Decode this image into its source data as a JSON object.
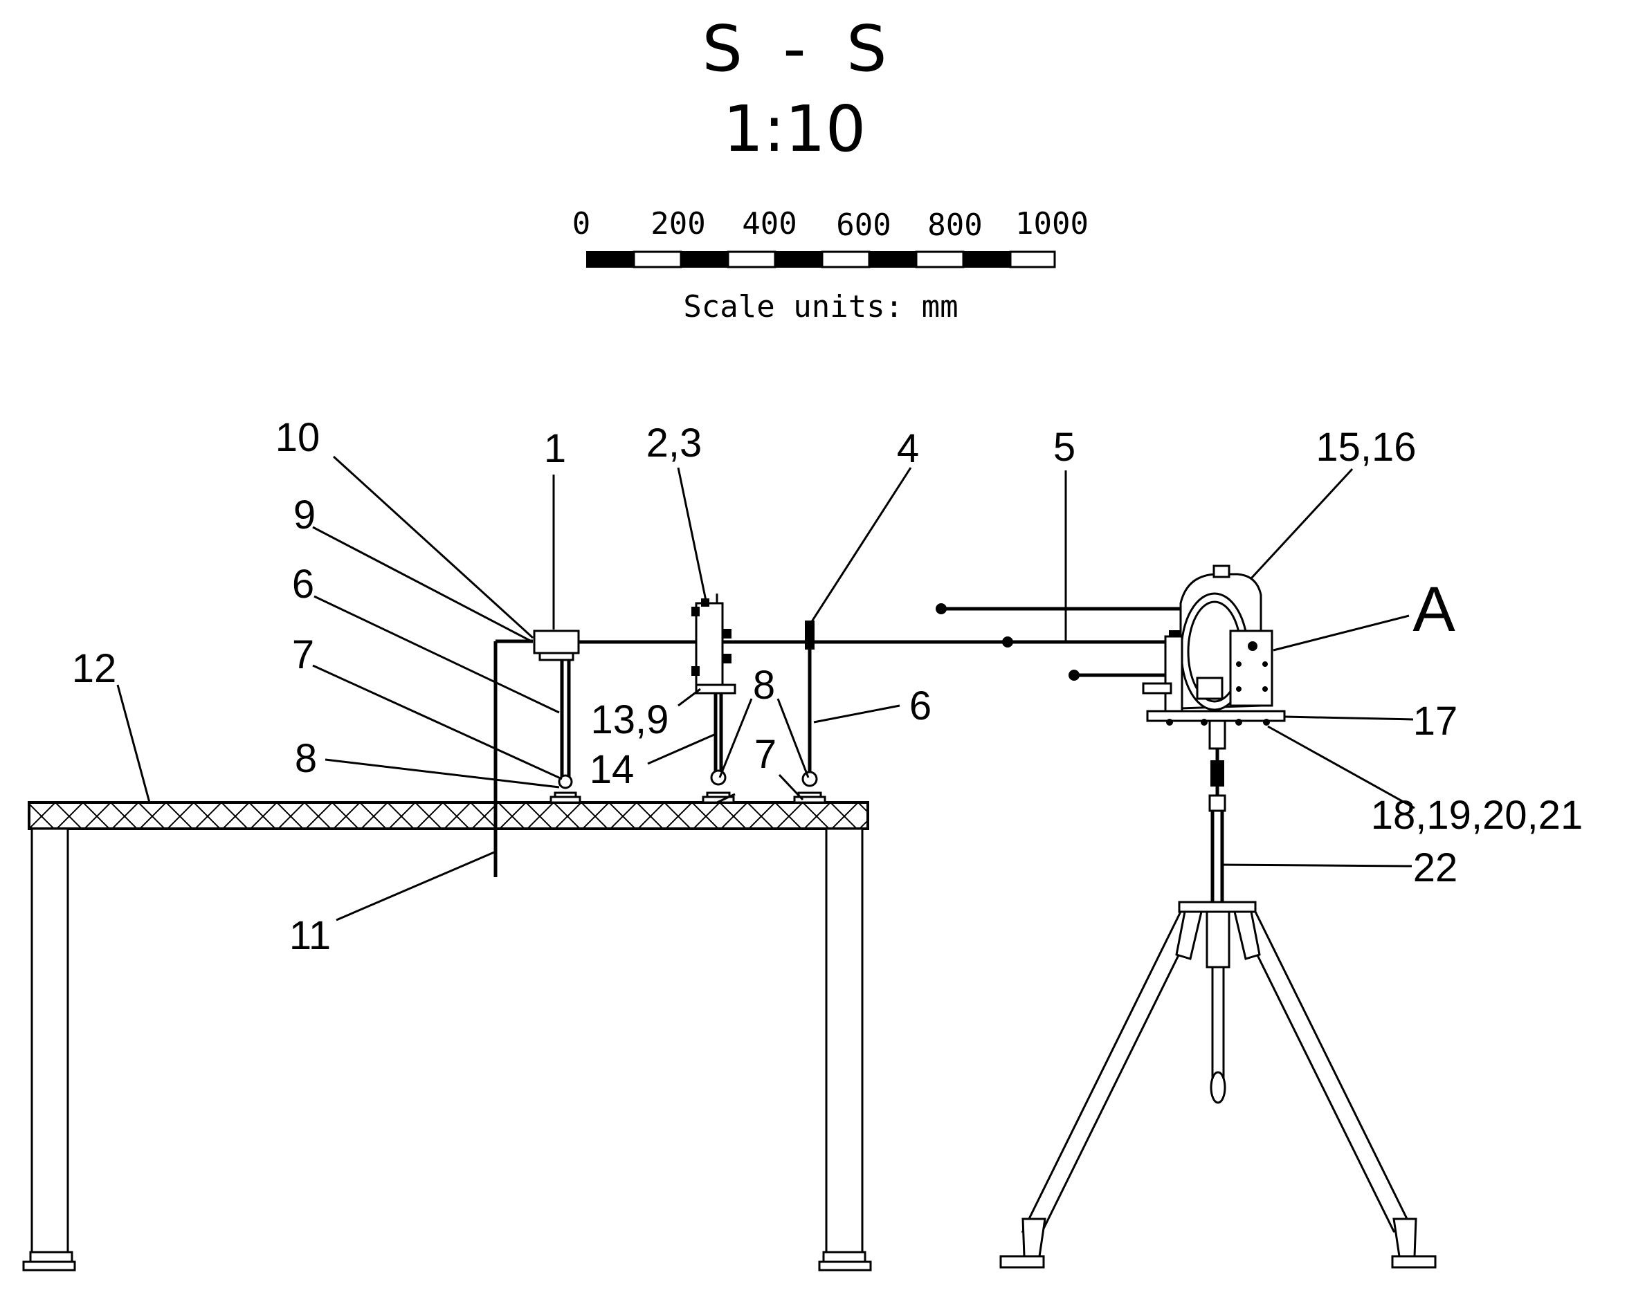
{
  "title": {
    "section": "S  -  S",
    "ratio": "1:10"
  },
  "scale_bar": {
    "ticks": [
      "0",
      "200",
      "400",
      "600",
      "800",
      "1000"
    ],
    "units_text": "Scale units: mm"
  },
  "callouts": {
    "c10": "10",
    "c1": "1",
    "c23": "2,3",
    "c4": "4",
    "c5": "5",
    "c1516": "15,16",
    "cA": "A",
    "c9": "9",
    "c6a": "6",
    "c12": "12",
    "c7a": "7",
    "c8a": "8",
    "c139": "13,9",
    "c8b": "8",
    "c6b": "6",
    "c14": "14",
    "c7b": "7",
    "c17": "17",
    "c18_21": "18,19,20,21",
    "c22": "22",
    "c11": "11"
  }
}
